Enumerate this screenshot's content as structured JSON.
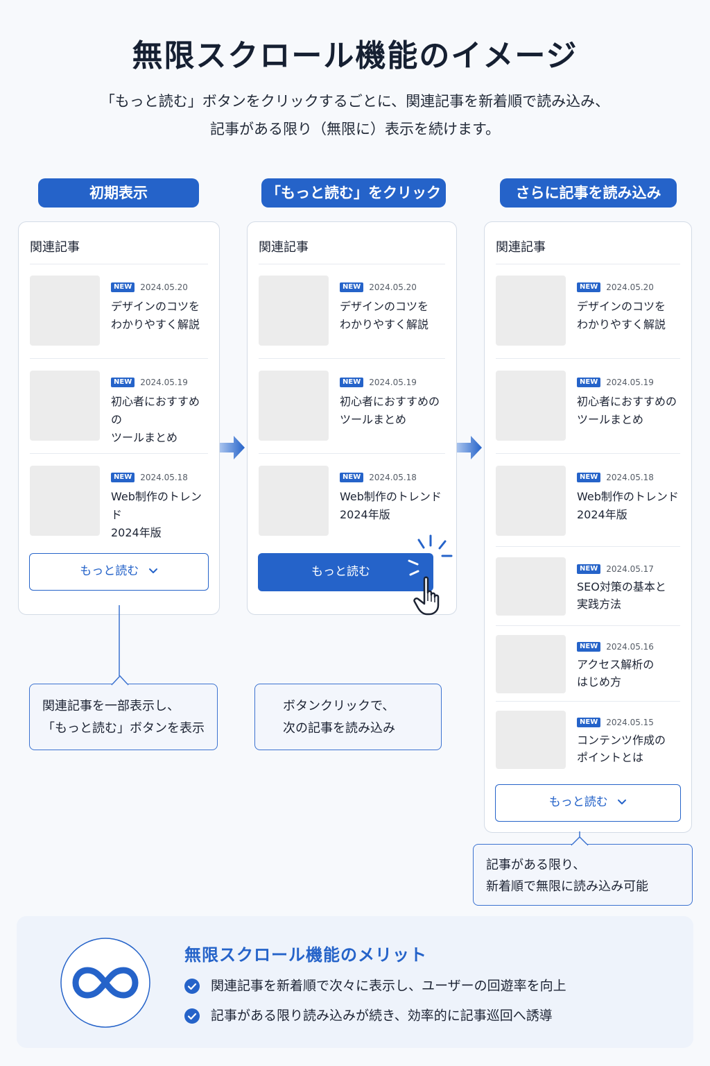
{
  "title": "無限スクロール機能のイメージ",
  "subtitle": [
    "「もっと読む」ボタンをクリックするごとに、関連記事を新着順で読み込み、",
    "記事がある限り（無限に）表示を続けます。"
  ],
  "steps": [
    "初期表示",
    "「もっと読む」をクリック",
    "さらに記事を読み込み"
  ],
  "card_heading": "関連記事",
  "new_badge": "NEW",
  "more_label": "もっと読む",
  "articles": [
    {
      "date": "2024.05.20",
      "lines": [
        "デザインのコツを",
        "わかりやすく解説"
      ]
    },
    {
      "date": "2024.05.19",
      "lines": [
        "初心者におすすめの",
        "ツールまとめ"
      ]
    },
    {
      "date": "2024.05.18",
      "lines": [
        "Web制作のトレンド",
        "2024年版"
      ]
    },
    {
      "date": "2024.05.17",
      "lines": [
        "SEO対策の基本と",
        "実践方法"
      ]
    },
    {
      "date": "2024.05.16",
      "lines": [
        "アクセス解析の",
        "はじめ方"
      ]
    },
    {
      "date": "2024.05.15",
      "lines": [
        "コンテンツ作成の",
        "ポイントとは"
      ]
    }
  ],
  "callouts": [
    [
      "関連記事を一部表示し、",
      "「もっと読む」ボタンを表示"
    ],
    [
      "ボタンクリックで、",
      "次の記事を読み込み"
    ],
    [
      "記事がある限り、",
      "新着順で無限に読み込み可能"
    ]
  ],
  "merits": {
    "title": "無限スクロール機能のメリット",
    "items": [
      "関連記事を新着順で次々に表示し、ユーザーの回遊率を向上",
      "記事がある限り読み込みが続き、効率的に記事巡回へ誘導"
    ]
  },
  "colors": {
    "accent": "#2563c9",
    "callout_border": "#3b72d0",
    "thumb": "#ececec",
    "panel": "#eef3fb"
  },
  "icons": [
    "arrow-right-icon",
    "chevron-down-icon",
    "hand-pointer-icon",
    "click-burst-icon",
    "infinity-icon",
    "check-circle-icon"
  ]
}
